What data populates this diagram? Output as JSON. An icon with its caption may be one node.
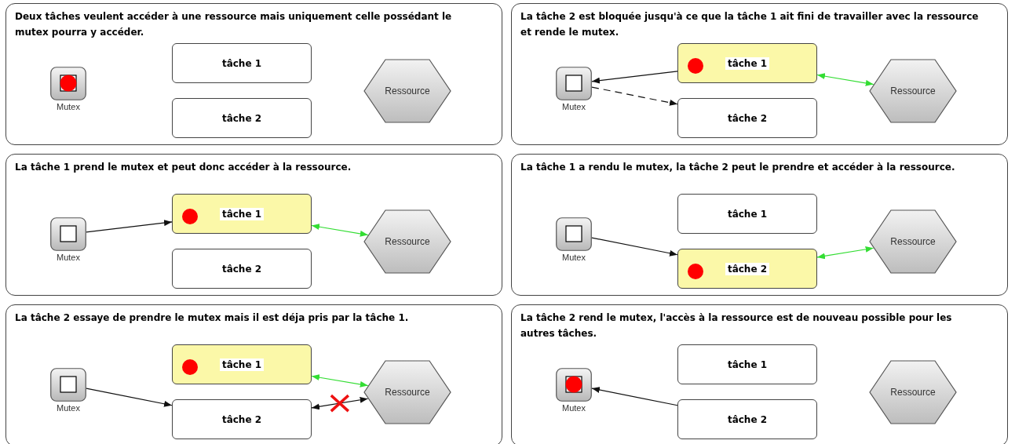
{
  "diagram": {
    "nodes": [
      {
        "text": [
          "Deux tâches veulent accéder à une ressource mais uniquement celle possédant le mutex pourra y accéder."
        ]
      },
      {
        "text": [
          "Mutex"
        ],
        "in": 0
      },
      {
        "text": [
          "tâche 1"
        ],
        "in": 0
      },
      {
        "text": [
          "tâche 2"
        ],
        "in": 0
      },
      {
        "text": [
          "Ressource"
        ],
        "in": 0
      },
      {
        "text": [
          "La tâche 2 est bloquée jusqu'à ce que la tâche 1 ait fini de travailler avec la ressource et rende le mutex."
        ]
      },
      {
        "text": [
          "Mutex"
        ],
        "in": 5
      },
      {
        "text": [
          "tâche 1"
        ],
        "in": 5
      },
      {
        "text": [
          "tâche 2"
        ],
        "in": 5
      },
      {
        "text": [
          "Ressource"
        ],
        "in": 5
      },
      {
        "text": [
          "La tâche 1 prend le mutex et peut donc accéder à la ressource."
        ]
      },
      {
        "text": [
          "Mutex"
        ],
        "in": 10
      },
      {
        "text": [
          "tâche 1"
        ],
        "in": 10
      },
      {
        "text": [
          "tâche 2"
        ],
        "in": 10
      },
      {
        "text": [
          "Ressource"
        ],
        "in": 10
      },
      {
        "text": [
          "La tâche 1 a rendu le mutex, la tâche 2 peut le prendre et accéder à la ressource."
        ]
      },
      {
        "text": [
          "Mutex"
        ],
        "in": 15
      },
      {
        "text": [
          "tâche 1"
        ],
        "in": 15
      },
      {
        "text": [
          "tâche 2"
        ],
        "in": 15
      },
      {
        "text": [
          "Ressource"
        ],
        "in": 15
      },
      {
        "text": [
          "La tâche 2 essaye de prendre le mutex mais il est déja pris par la tâche 1."
        ]
      },
      {
        "text": [
          "Mutex"
        ],
        "in": 20
      },
      {
        "text": [
          "tâche 1"
        ],
        "in": 20
      },
      {
        "text": [
          "tâche 2"
        ],
        "in": 20
      },
      {
        "text": [
          "Ressource"
        ],
        "in": 20
      },
      {
        "text": [
          "La tâche 2 rend le mutex, l'accès à la ressource est de nouveau possible pour les autres tâches."
        ]
      },
      {
        "text": [
          "Mutex"
        ],
        "in": 25
      },
      {
        "text": [
          "tâche 1"
        ],
        "in": 25
      },
      {
        "text": [
          "tâche 2"
        ],
        "in": 25
      },
      {
        "text": [
          "Ressource"
        ],
        "in": 25
      }
    ],
    "edges": [
      {
        "from": 7,
        "to": 6,
        "arrow": "to"
      },
      {
        "from": 6,
        "to": 8,
        "arrow": "to",
        "style": "dashed"
      },
      {
        "from": 7,
        "to": 9,
        "arrow": "both",
        "color": "#33dd33"
      },
      {
        "from": 11,
        "to": 12,
        "arrow": "to"
      },
      {
        "from": 12,
        "to": 14,
        "arrow": "both",
        "color": "#33dd33"
      },
      {
        "from": 16,
        "to": 18,
        "arrow": "to"
      },
      {
        "from": 18,
        "to": 19,
        "arrow": "both",
        "color": "#33dd33"
      },
      {
        "from": 21,
        "to": 23,
        "arrow": "to"
      },
      {
        "from": 22,
        "to": 24,
        "arrow": "both",
        "color": "#33dd33"
      },
      {
        "from": 23,
        "to": 24,
        "arrow": "both"
      },
      {
        "from": 28,
        "to": 26,
        "arrow": "to"
      }
    ]
  }
}
